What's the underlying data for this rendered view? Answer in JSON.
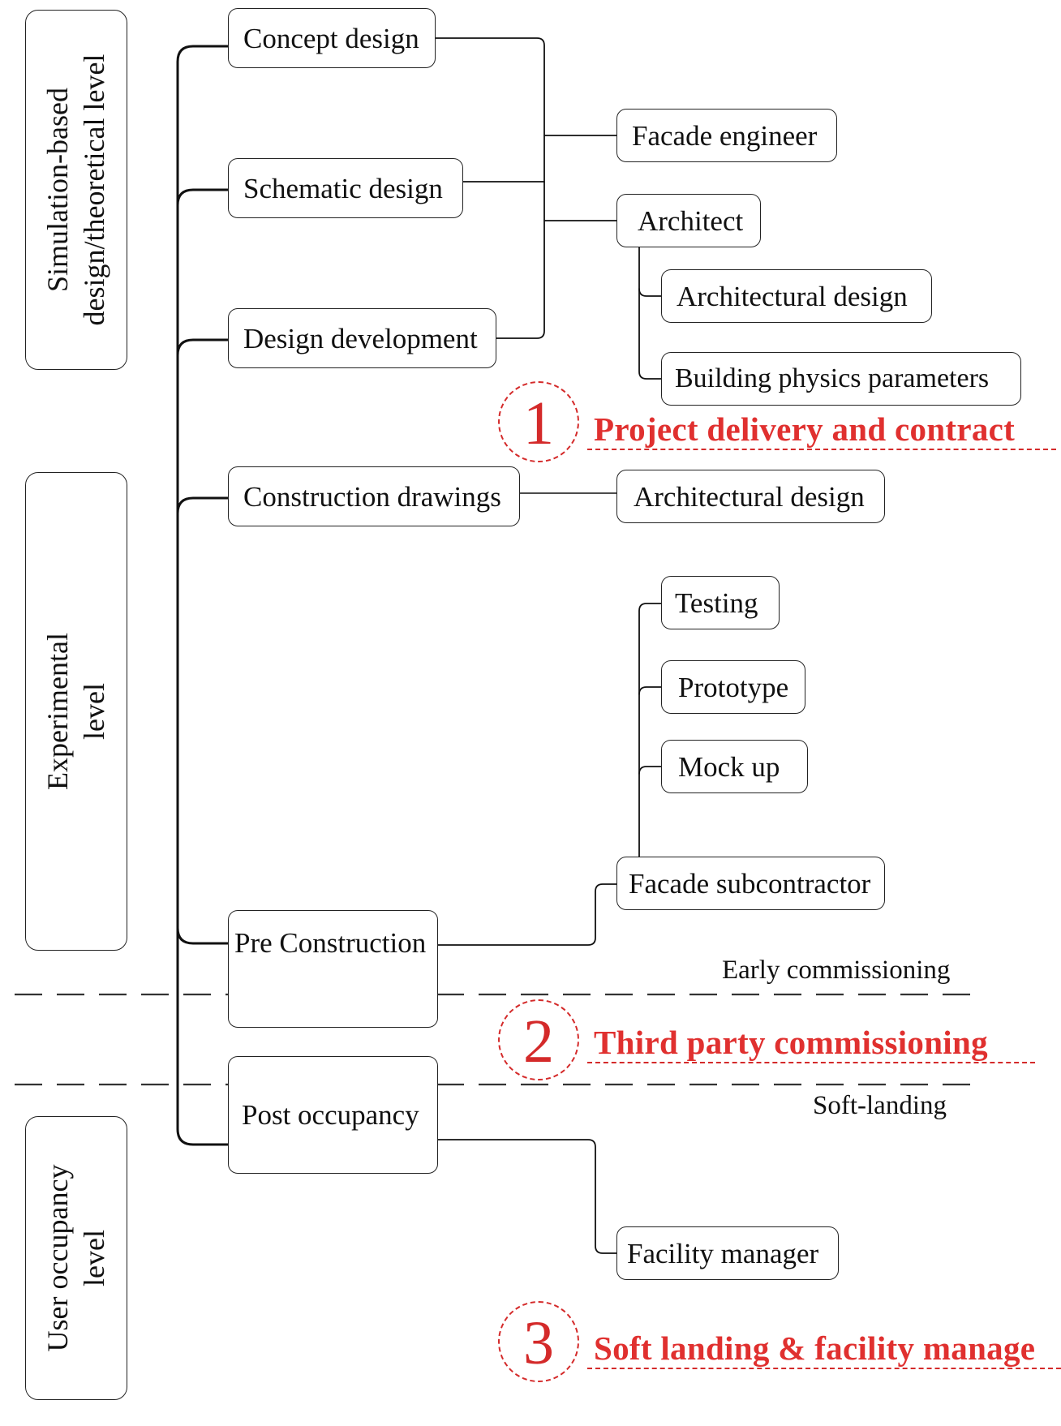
{
  "levels": {
    "simulation": [
      "Simulation-based",
      "design/theoretical level"
    ],
    "experimental": [
      "Experimental",
      "level"
    ],
    "user": [
      "User occupancy",
      "level"
    ]
  },
  "phases": {
    "concept": "Concept design",
    "schematic": "Schematic design",
    "development": "Design development",
    "construction": "Construction drawings",
    "preconstruction": "Pre Construction",
    "post": "Post occupancy"
  },
  "roles": {
    "facade_engineer": "Facade engineer",
    "architect": "Architect",
    "architectural_design": "Architectural design",
    "building_physics": "Building physics parameters",
    "construction_architectural_design": "Architectural design",
    "testing": "Testing",
    "prototype": "Prototype",
    "mockup": "Mock up",
    "facade_subcontractor": "Facade subcontractor",
    "facility_manager": "Facility manager"
  },
  "stages": {
    "early": "Early commissioning",
    "soft": "Soft-landing"
  },
  "highlights": [
    {
      "number": "1",
      "title": "Project delivery and contract"
    },
    {
      "number": "2",
      "title": "Third party commissioning"
    },
    {
      "number": "3",
      "title": "Soft landing & facility manage"
    }
  ],
  "colors": {
    "accent_red": "#e0302f",
    "line": "#222222"
  }
}
